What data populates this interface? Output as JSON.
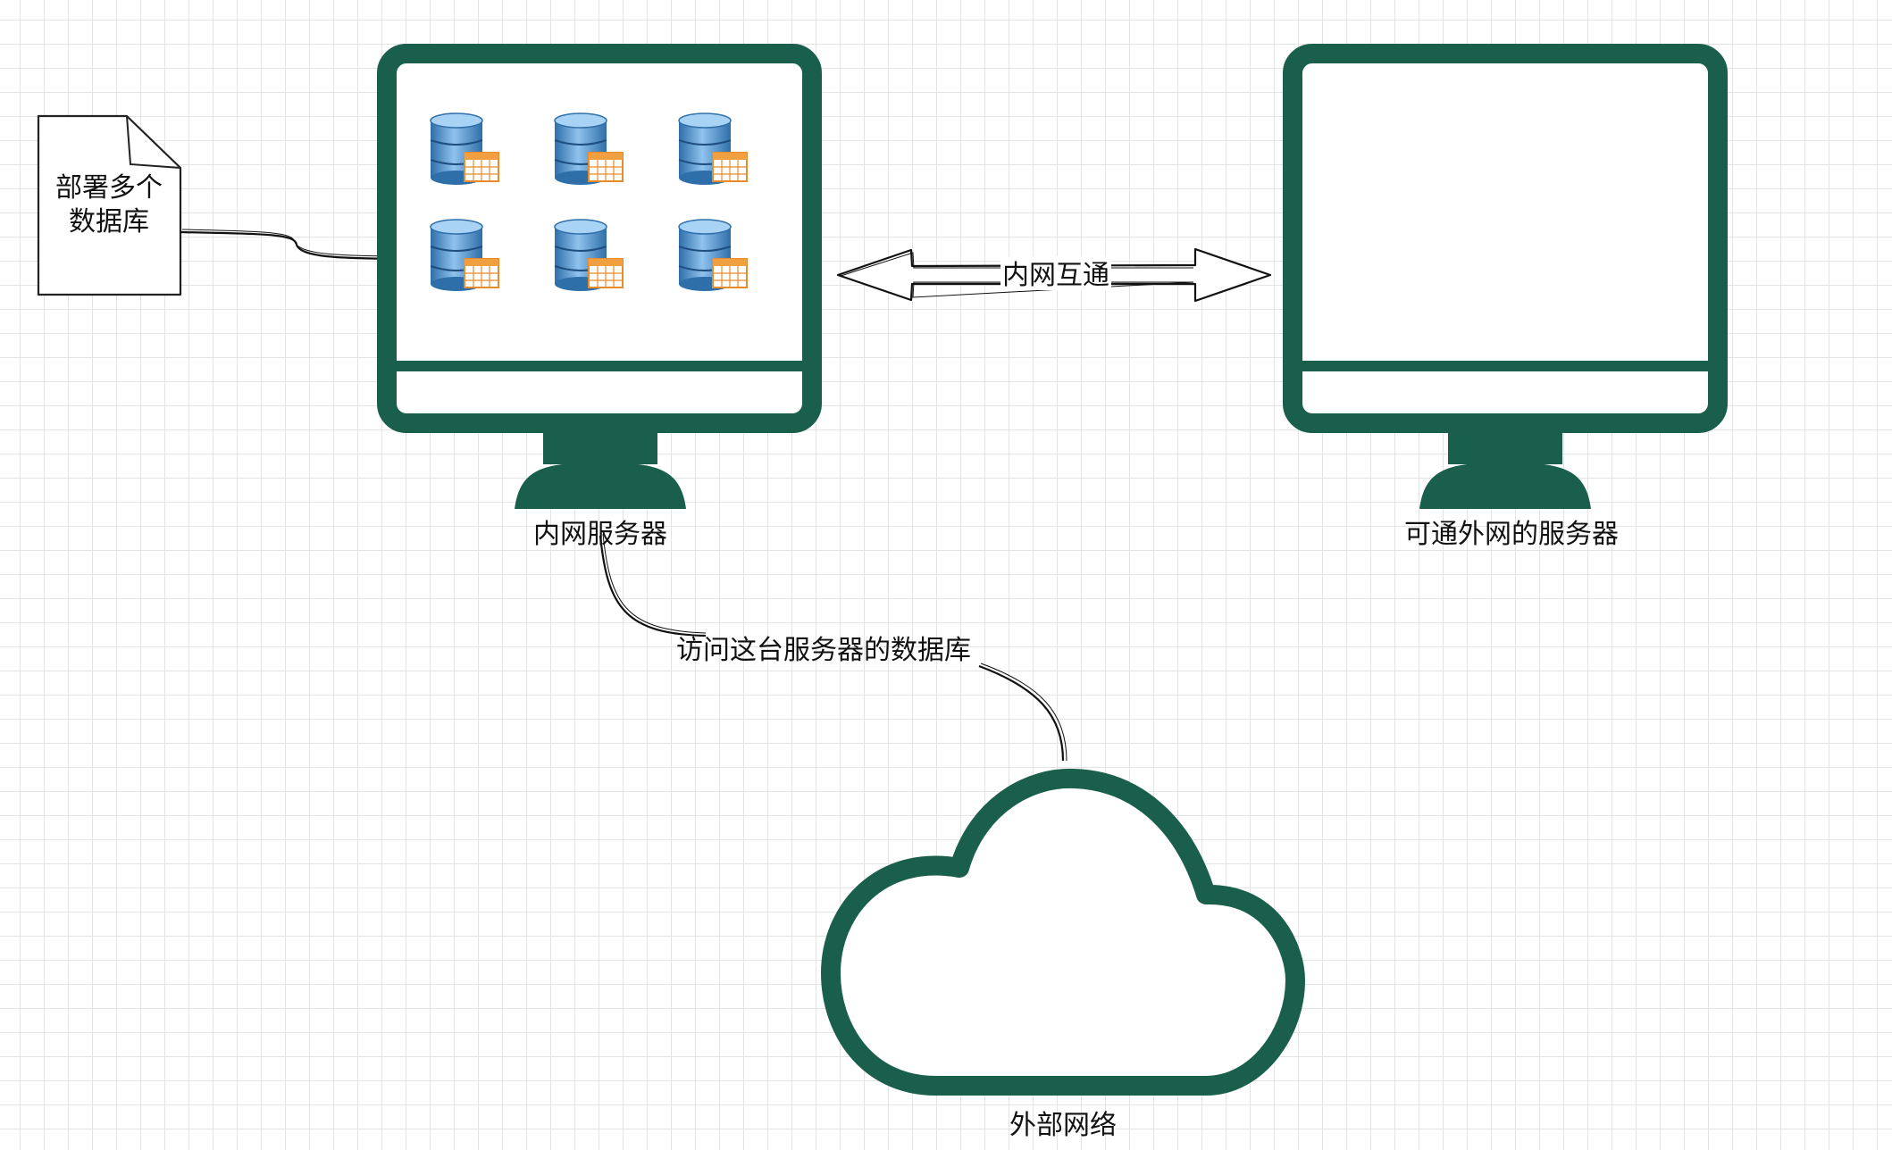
{
  "diagram": {
    "note": {
      "line1": "部署多个",
      "line2": "数据库"
    },
    "intranet_server": {
      "label": "内网服务器",
      "database_icon_count": 6
    },
    "internet_server": {
      "label": "可通外网的服务器"
    },
    "link_intranet": {
      "label": "内网互通"
    },
    "link_access": {
      "label": "访问这台服务器的数据库"
    },
    "cloud": {
      "label": "外部网络"
    },
    "colors": {
      "monitor": "#1a5f4b",
      "db_blue": "#4f8fcf",
      "table_orange": "#f0a040",
      "grid": "#e4e4e4"
    }
  }
}
